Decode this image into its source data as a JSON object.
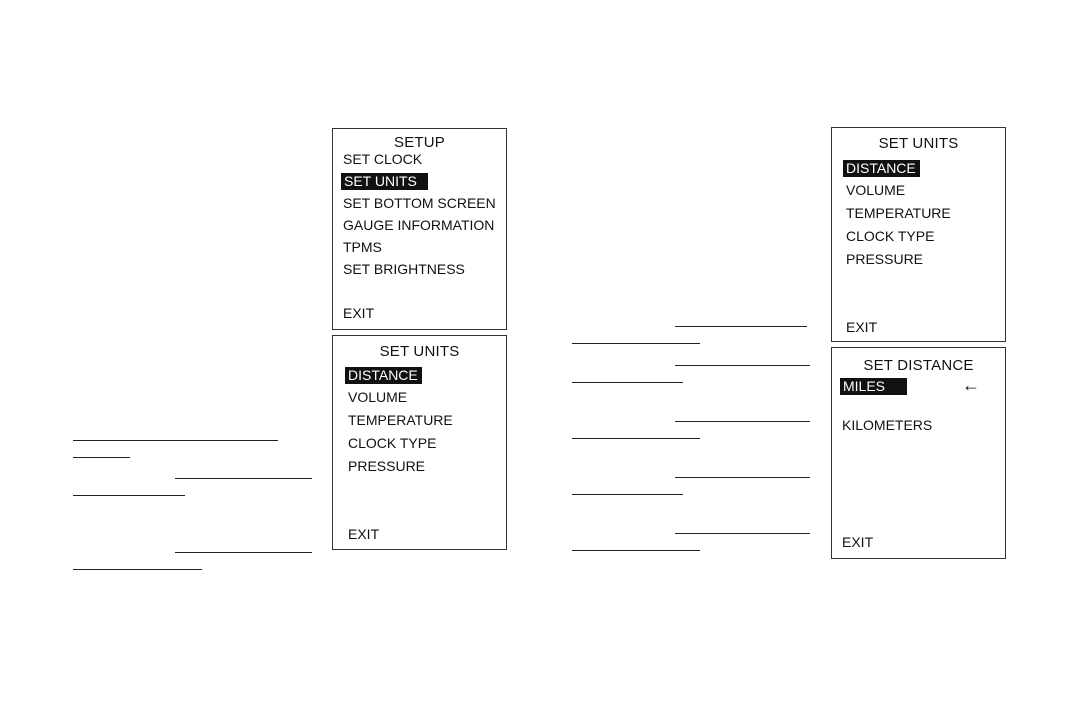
{
  "setup_panel": {
    "title": "SETUP",
    "items": [
      "SET CLOCK",
      "SET UNITS",
      "SET BOTTOM SCREEN",
      "GAUGE INFORMATION",
      "TPMS",
      "SET BRIGHTNESS"
    ],
    "selected": "SET UNITS",
    "exit": "EXIT"
  },
  "units_panel_left": {
    "title": "SET UNITS",
    "items": [
      "DISTANCE",
      "VOLUME",
      "TEMPERATURE",
      "CLOCK TYPE",
      "PRESSURE"
    ],
    "selected": "DISTANCE",
    "exit": "EXIT"
  },
  "units_panel_right": {
    "title": "SET UNITS",
    "items": [
      "DISTANCE",
      "VOLUME",
      "TEMPERATURE",
      "CLOCK TYPE",
      "PRESSURE"
    ],
    "selected": "DISTANCE",
    "exit": "EXIT"
  },
  "distance_panel": {
    "title": "SET DISTANCE",
    "items": [
      "MILES",
      "KILOMETERS"
    ],
    "selected": "MILES",
    "pointer": "←",
    "exit": "EXIT"
  }
}
